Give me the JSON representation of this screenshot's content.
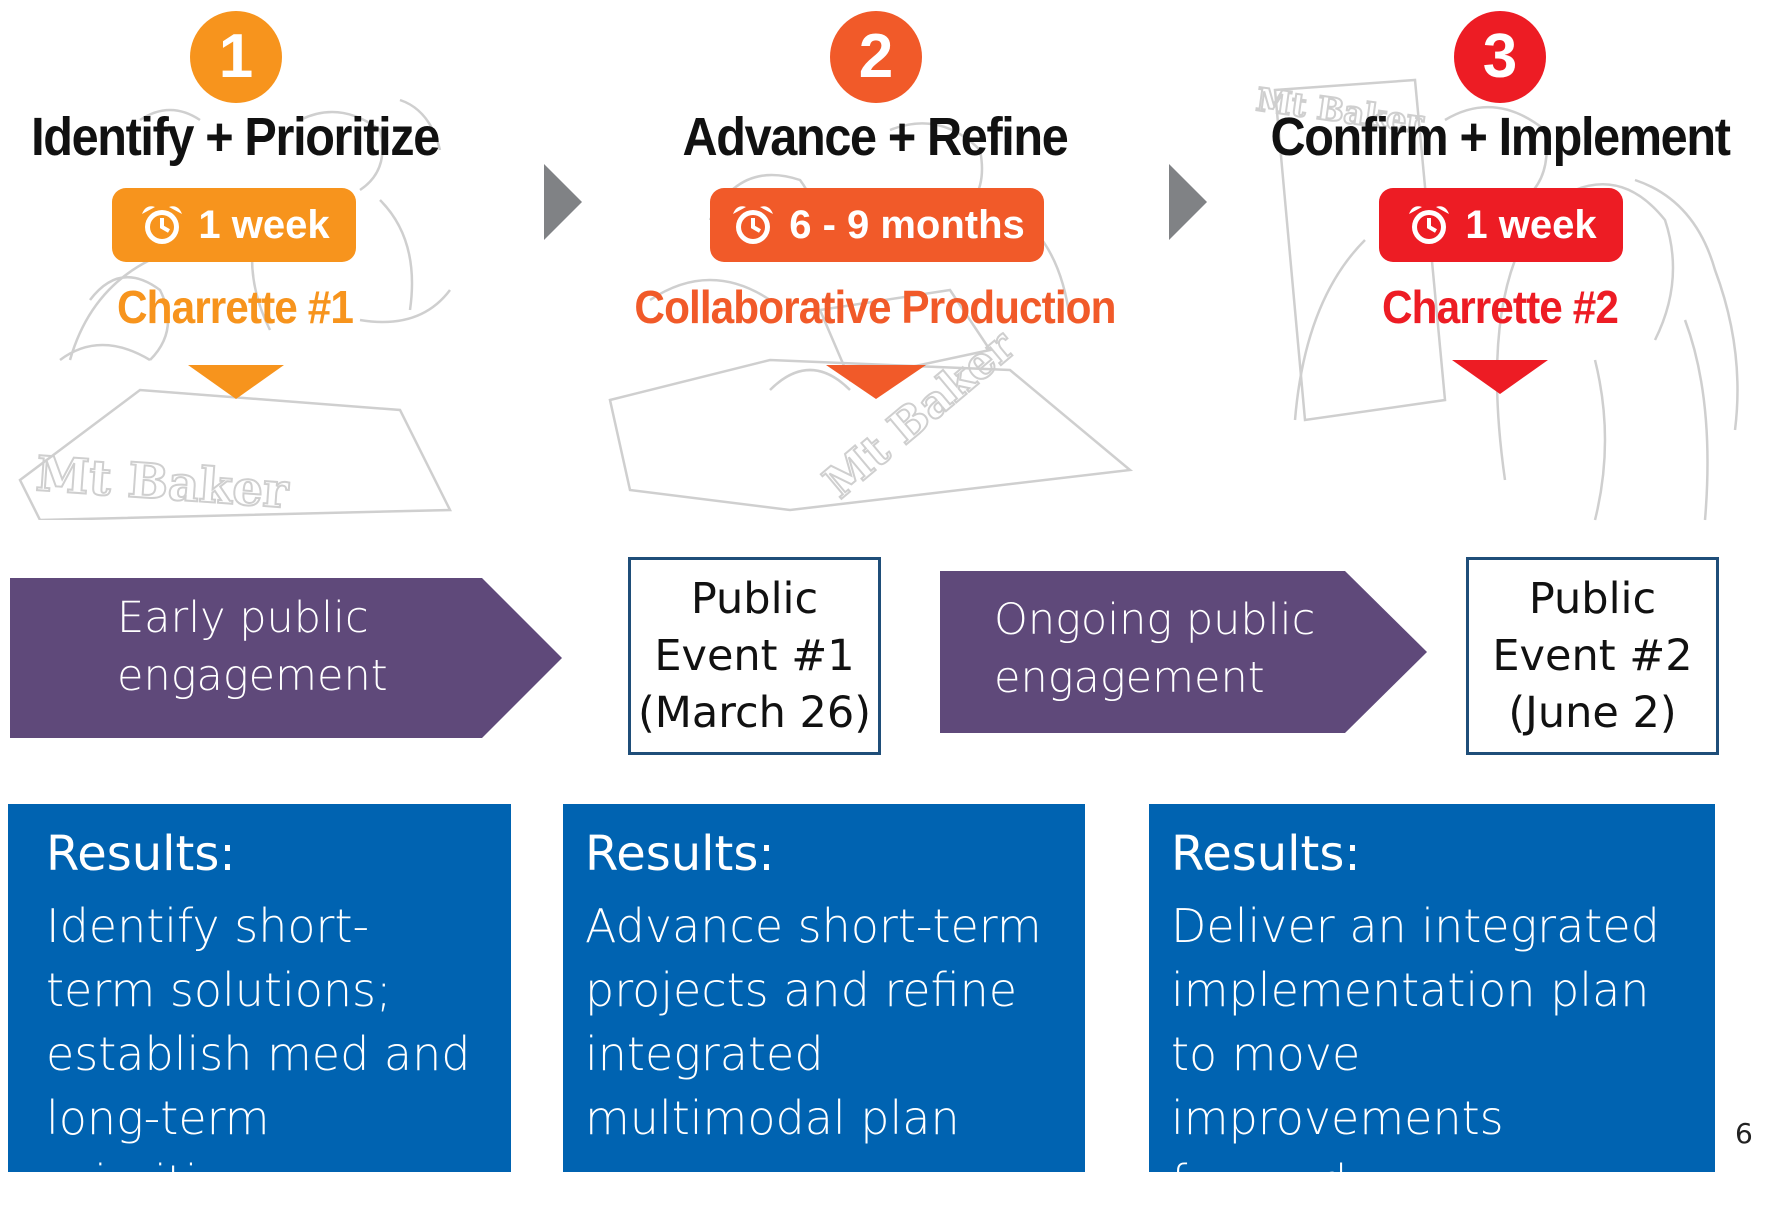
{
  "phases": [
    {
      "number": "1",
      "title": "Identify + Prioritize",
      "duration": "1 week",
      "subtitle": "Charrette #1",
      "color": "#f7941d",
      "sketch_label": "Mt Baker"
    },
    {
      "number": "2",
      "title": "Advance + Refine",
      "duration": "6 - 9 months",
      "subtitle": "Collaborative Production",
      "color": "#f15a29",
      "sketch_label": "Mt Baker"
    },
    {
      "number": "3",
      "title": "Confirm + Implement",
      "duration": "1 week",
      "subtitle": "Charrette #2",
      "color": "#ed1c24",
      "sketch_label": "Mt Baker"
    }
  ],
  "engagement": [
    {
      "line1": "Early public",
      "line2": "engagement"
    },
    {
      "line1": "Ongoing public",
      "line2": "engagement"
    }
  ],
  "events": [
    {
      "line1": "Public",
      "line2": "Event #1",
      "line3": "(March 26)"
    },
    {
      "line1": "Public",
      "line2": "Event #2",
      "line3": "(June 2)"
    }
  ],
  "results": [
    {
      "heading": "Results:",
      "body": "Identify short-term solutions; establish med and long-term priorities"
    },
    {
      "heading": "Results:",
      "body": "Advance short-term projects and refine integrated multimodal plan"
    },
    {
      "heading": "Results:",
      "body": "Deliver an integrated implementation plan to move improvements forward"
    }
  ],
  "page_number": "6",
  "colors": {
    "engagement_arrow": "#5f497a",
    "results_box": "#0063b1",
    "event_border": "#1f4e79",
    "phase_arrow": "#808285"
  },
  "icons": {
    "duration": "alarm-clock-icon",
    "phase_step": "chevron-right-icon"
  }
}
